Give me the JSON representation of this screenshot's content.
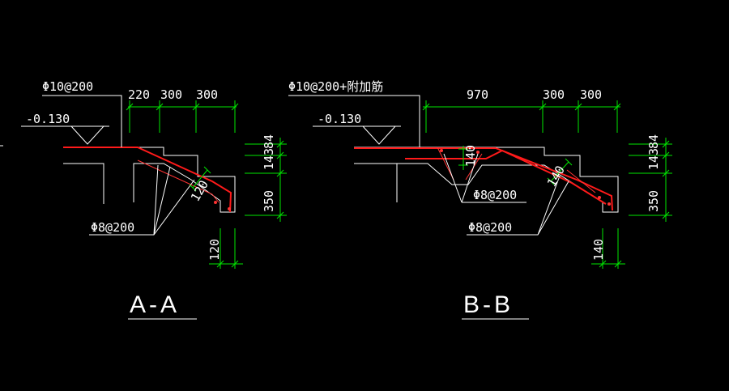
{
  "colors": {
    "background": "#000000",
    "outline": "#ffffff",
    "dimension": "#00e600",
    "rebar": "#ff1a1a"
  },
  "section_a": {
    "title": "A-A",
    "top_rebar": "Φ10@200",
    "elevation": "-0.130",
    "stirrup": "Φ8@200",
    "dims_top": [
      "220",
      "300",
      "300"
    ],
    "dims_right": [
      "84",
      "143",
      "350"
    ],
    "dim_bottom": "120",
    "dim_diag": "120"
  },
  "section_b": {
    "title": "B-B",
    "top_rebar": "Φ10@200+附加筋",
    "elevation": "-0.130",
    "stirrup_inner": "Φ8@200",
    "stirrup_outer": "Φ8@200",
    "dims_top": [
      "970",
      "300",
      "300"
    ],
    "dims_right": [
      "84",
      "143",
      "350"
    ],
    "dim_bottom": "140",
    "dim_step": "140",
    "dim_diag": "140"
  }
}
